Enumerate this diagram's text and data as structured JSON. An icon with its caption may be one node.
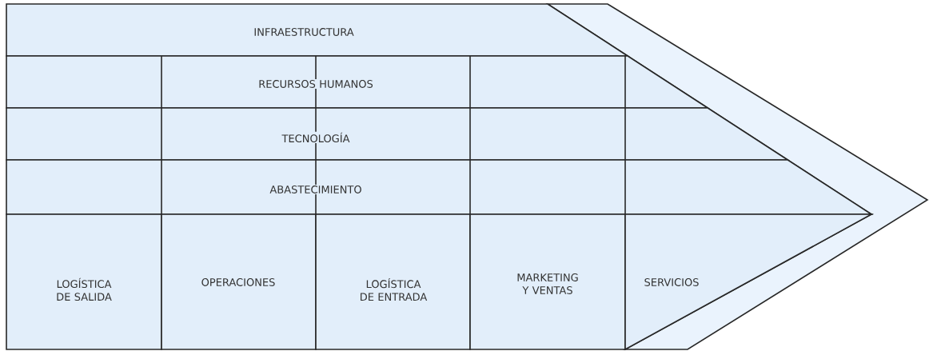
{
  "diagram": {
    "nodes": [
      {
        "text": [
          "INFRAESTRUCTURA"
        ]
      },
      {
        "text": [
          "RECURSOS HUMANOS"
        ]
      },
      {
        "text": [
          "TECNOLOGÍA"
        ]
      },
      {
        "text": [
          "ABASTECIMIENTO"
        ]
      },
      {
        "text": [
          "LOGÍSTICA DE SALIDA"
        ]
      },
      {
        "text": [
          "OPERACIONES"
        ]
      },
      {
        "text": [
          "LOGÍSTICA DE ENTRADA"
        ]
      },
      {
        "text": [
          "MARKETING Y VENTAS"
        ]
      },
      {
        "text": [
          "SERVICIOS"
        ]
      }
    ]
  }
}
